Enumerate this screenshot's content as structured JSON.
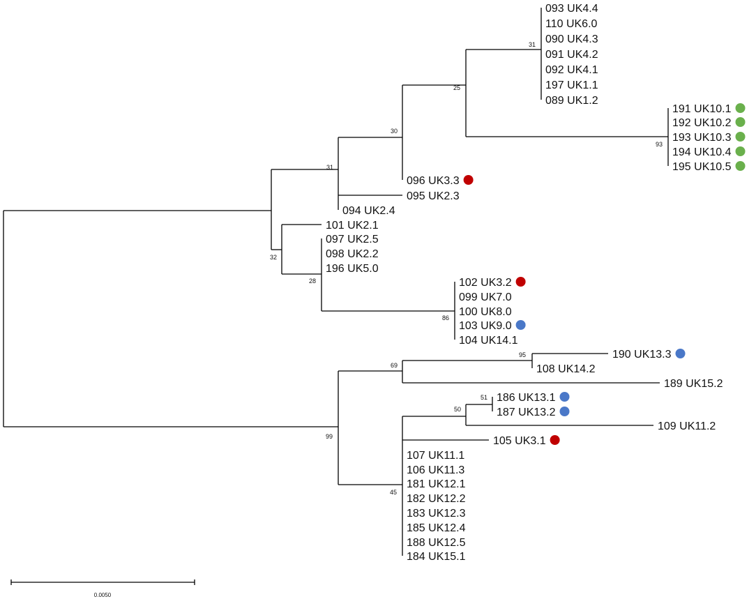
{
  "colors": {
    "branch": "#000000",
    "text": "#111111",
    "red": "#c00000",
    "green": "#6ab04c",
    "blue": "#4a78c8"
  },
  "scale_bar": {
    "label": "0.0050"
  },
  "support_values": [
    "31",
    "25",
    "93",
    "30",
    "31",
    "32",
    "28",
    "86",
    "95",
    "69",
    "51",
    "50",
    "99",
    "45"
  ],
  "taxa": [
    {
      "label": "093 UK4.4",
      "marker": ""
    },
    {
      "label": "110 UK6.0",
      "marker": ""
    },
    {
      "label": "090 UK4.3",
      "marker": ""
    },
    {
      "label": "091 UK4.2",
      "marker": ""
    },
    {
      "label": "092 UK4.1",
      "marker": ""
    },
    {
      "label": "197 UK1.1",
      "marker": ""
    },
    {
      "label": "089 UK1.2",
      "marker": ""
    },
    {
      "label": "191 UK10.1",
      "marker": "green"
    },
    {
      "label": "192 UK10.2",
      "marker": "green"
    },
    {
      "label": "193 UK10.3",
      "marker": "green"
    },
    {
      "label": "194 UK10.4",
      "marker": "green"
    },
    {
      "label": "195 UK10.5",
      "marker": "green"
    },
    {
      "label": "096 UK3.3",
      "marker": "red"
    },
    {
      "label": "095 UK2.3",
      "marker": ""
    },
    {
      "label": "094 UK2.4",
      "marker": ""
    },
    {
      "label": "101 UK2.1",
      "marker": ""
    },
    {
      "label": "097 UK2.5",
      "marker": ""
    },
    {
      "label": "098 UK2.2",
      "marker": ""
    },
    {
      "label": "196 UK5.0",
      "marker": ""
    },
    {
      "label": "102 UK3.2",
      "marker": "red"
    },
    {
      "label": "099 UK7.0",
      "marker": ""
    },
    {
      "label": "100 UK8.0",
      "marker": ""
    },
    {
      "label": "103 UK9.0",
      "marker": "blue"
    },
    {
      "label": "104 UK14.1",
      "marker": ""
    },
    {
      "label": "190 UK13.3",
      "marker": "blue"
    },
    {
      "label": "108 UK14.2",
      "marker": ""
    },
    {
      "label": "189 UK15.2",
      "marker": ""
    },
    {
      "label": "186 UK13.1",
      "marker": "blue"
    },
    {
      "label": "187 UK13.2",
      "marker": "blue"
    },
    {
      "label": "109 UK11.2",
      "marker": ""
    },
    {
      "label": "105 UK3.1",
      "marker": "red"
    },
    {
      "label": "107 UK11.1",
      "marker": ""
    },
    {
      "label": "106 UK11.3",
      "marker": ""
    },
    {
      "label": "181 UK12.1",
      "marker": ""
    },
    {
      "label": "182 UK12.2",
      "marker": ""
    },
    {
      "label": "183 UK12.3",
      "marker": ""
    },
    {
      "label": "185 UK12.4",
      "marker": ""
    },
    {
      "label": "188 UK12.5",
      "marker": ""
    },
    {
      "label": "184 UK15.1",
      "marker": ""
    }
  ]
}
